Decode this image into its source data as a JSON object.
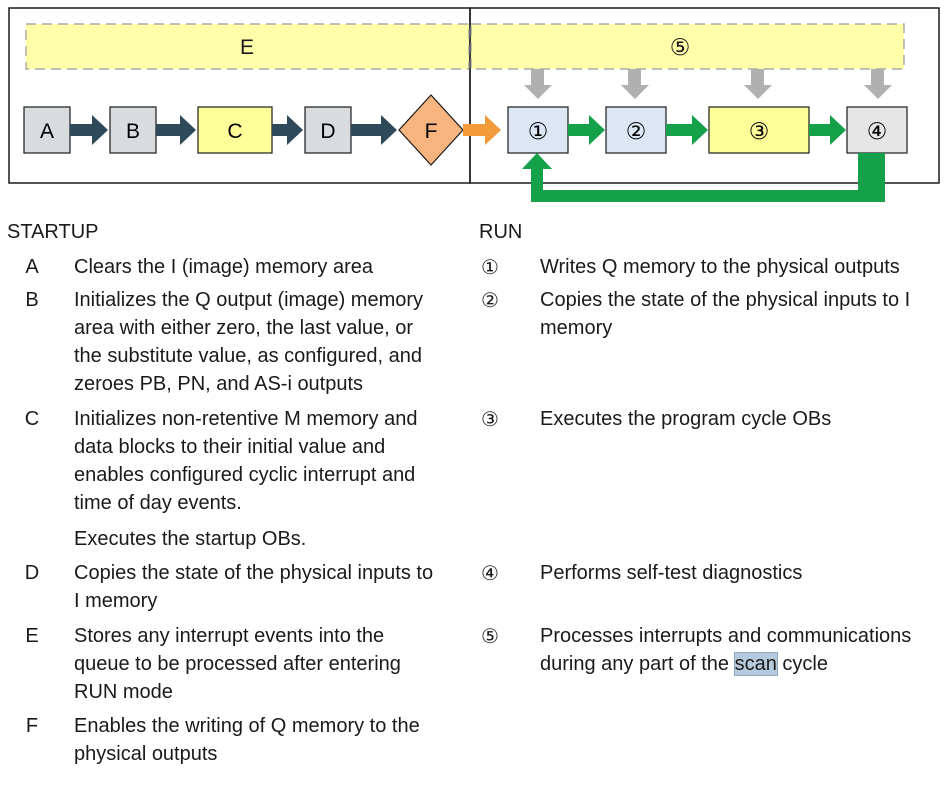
{
  "diagram": {
    "blocks": {
      "A": "A",
      "B": "B",
      "C": "C",
      "D": "D",
      "F": "F",
      "E": "E",
      "r1": "①",
      "r2": "②",
      "r3": "③",
      "r4": "④",
      "r5": "⑤"
    },
    "colors": {
      "grey_block": "#d9dcdf",
      "yellow_block": "#ffff99",
      "blue_block": "#dce6f4",
      "orange_block": "#f7b47e",
      "dashed_band": "#ffffaa",
      "dark_arrow": "#2e4a5a",
      "orange_arrow": "#f39a3a",
      "green_arrow": "#14a14a",
      "grey_arrow": "#b0b0b0"
    }
  },
  "startup": {
    "heading": "STARTUP",
    "items": [
      {
        "label": "A",
        "lines": [
          "Clears the I (image) memory area"
        ]
      },
      {
        "label": "B",
        "lines": [
          "Initializes the Q output (image) memory",
          "area with either zero, the last value, or",
          "the substitute value, as configured, and",
          "zeroes PB, PN, and AS-i outputs"
        ]
      },
      {
        "label": "C",
        "lines": [
          "Initializes non-retentive M memory and",
          "data blocks to their initial value and",
          "enables configured cyclic interrupt and",
          "time of day events."
        ]
      },
      {
        "label": "",
        "lines": [
          "Executes the startup OBs."
        ]
      },
      {
        "label": "D",
        "lines": [
          "Copies the state of the physical inputs to",
          "I memory"
        ]
      },
      {
        "label": "E",
        "lines": [
          "Stores any interrupt events into the",
          "queue to be processed after entering",
          "RUN mode"
        ]
      },
      {
        "label": "F",
        "lines": [
          "Enables the writing of Q memory to the",
          "physical outputs"
        ]
      }
    ]
  },
  "run": {
    "heading": "RUN",
    "items": [
      {
        "label": "①",
        "lines": [
          "Writes Q memory to the physical outputs"
        ]
      },
      {
        "label": "②",
        "lines": [
          "Copies the state of the physical inputs to I",
          "memory"
        ]
      },
      {
        "label": "③",
        "lines": [
          "Executes the program cycle OBs"
        ]
      },
      {
        "label": "④",
        "lines": [
          "Performs self-test diagnostics"
        ]
      },
      {
        "label": "⑤",
        "lines": [
          "Processes interrupts and communications"
        ],
        "line2_before": "during any part of the ",
        "line2_highlight": "scan",
        "line2_after": " cycle"
      }
    ]
  }
}
